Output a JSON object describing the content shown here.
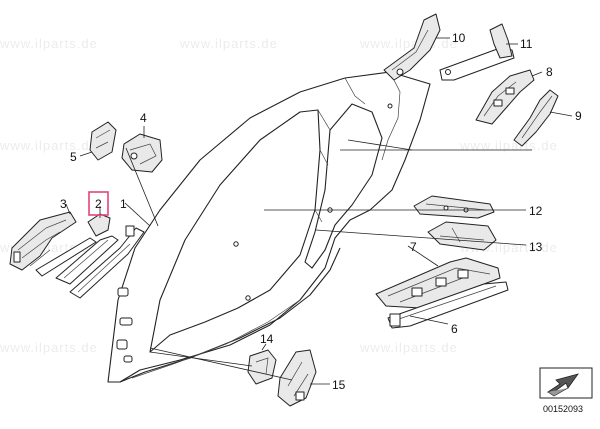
{
  "callouts": {
    "c1": "1",
    "c2": "2",
    "c3": "3",
    "c4": "4",
    "c5": "5",
    "c6": "6",
    "c7": "7",
    "c8": "8",
    "c9": "9",
    "c10": "10",
    "c11": "11",
    "c12": "12",
    "c13": "13",
    "c14": "14",
    "c15": "15"
  },
  "highlighted_callout": "2",
  "highlight_color": "#e0457b",
  "diagram_id": "00152093",
  "direction_icon": "arrow-direction-icon"
}
